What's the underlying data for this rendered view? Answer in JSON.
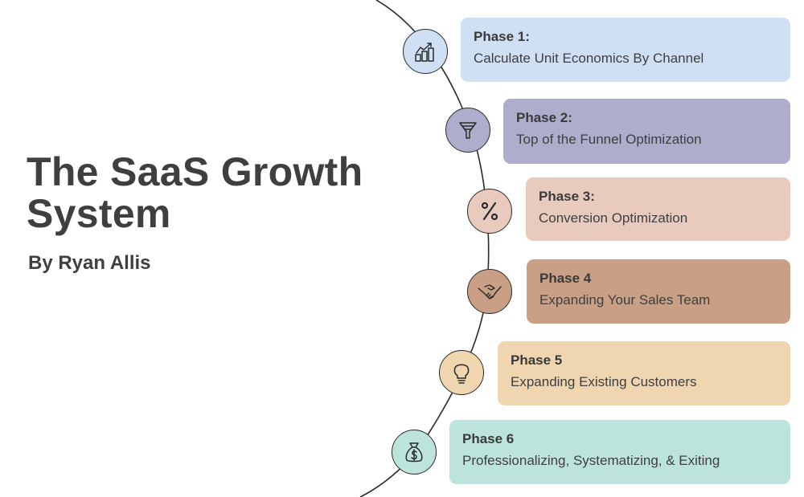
{
  "header": {
    "title": "The SaaS Growth System",
    "author": "By Ryan Allis"
  },
  "phases": [
    {
      "label": "Phase 1:",
      "description": "Calculate Unit Economics By Channel",
      "icon": "chart-growth-icon",
      "color": "#cfe0f5"
    },
    {
      "label": "Phase 2:",
      "description": "Top of the Funnel Optimization",
      "icon": "funnel-icon",
      "color": "#aeaecc"
    },
    {
      "label": "Phase 3:",
      "description": "Conversion Optimization",
      "icon": "percent-icon",
      "color": "#e8cbbd"
    },
    {
      "label": "Phase 4",
      "description": "Expanding Your Sales Team",
      "icon": "handshake-icon",
      "color": "#c9a086"
    },
    {
      "label": "Phase 5",
      "description": "Expanding Existing Customers",
      "icon": "lightbulb-icon",
      "color": "#efd5b0"
    },
    {
      "label": "Phase 6",
      "description": "Professionalizing, Systematizing, & Exiting",
      "icon": "money-bag-icon",
      "color": "#bde4dc"
    }
  ]
}
